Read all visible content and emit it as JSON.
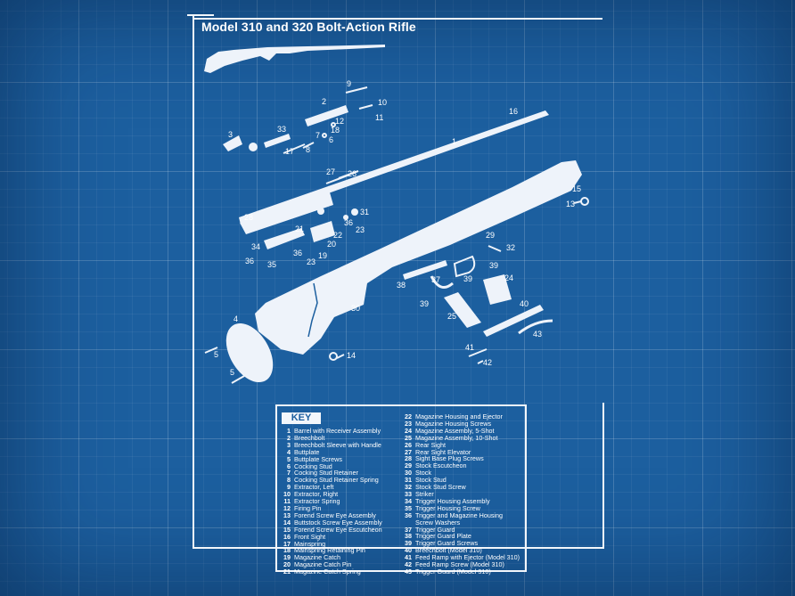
{
  "title": "Model 310 and 320 Bolt-Action Rifle",
  "key": {
    "heading": "KEY",
    "left_items": [
      {
        "num": "1",
        "name": "Barrel with Receiver Assembly"
      },
      {
        "num": "2",
        "name": "Breechbolt"
      },
      {
        "num": "3",
        "name": "Breechbolt Sleeve with Handle"
      },
      {
        "num": "4",
        "name": "Buttplate"
      },
      {
        "num": "5",
        "name": "Buttplate Screws"
      },
      {
        "num": "6",
        "name": "Cocking Stud"
      },
      {
        "num": "7",
        "name": "Cocking Stud Retainer"
      },
      {
        "num": "8",
        "name": "Cocking Stud Retainer Spring"
      },
      {
        "num": "9",
        "name": "Extractor, Left"
      },
      {
        "num": "10",
        "name": "Extractor, Right"
      },
      {
        "num": "11",
        "name": "Extractor Spring"
      },
      {
        "num": "12",
        "name": "Firing Pin"
      },
      {
        "num": "13",
        "name": "Forend Screw Eye Assembly"
      },
      {
        "num": "14",
        "name": "Buttstock Screw Eye Assembly"
      },
      {
        "num": "15",
        "name": "Forend Screw Eye Escutcheon"
      },
      {
        "num": "16",
        "name": "Front Sight"
      },
      {
        "num": "17",
        "name": "Mainspring"
      },
      {
        "num": "18",
        "name": "Mainspring Retaining Pin"
      },
      {
        "num": "19",
        "name": "Magazine Catch"
      },
      {
        "num": "20",
        "name": "Magazine Catch Pin"
      },
      {
        "num": "21",
        "name": "Magazine Catch Spring"
      }
    ],
    "right_items": [
      {
        "num": "22",
        "name": "Magazine Housing and Ejector"
      },
      {
        "num": "23",
        "name": "Magazine Housing Screws"
      },
      {
        "num": "24",
        "name": "Magazine Assembly, 5-Shot"
      },
      {
        "num": "25",
        "name": "Magazine Assembly, 10-Shot"
      },
      {
        "num": "26",
        "name": "Rear Sight"
      },
      {
        "num": "27",
        "name": "Rear Sight Elevator"
      },
      {
        "num": "28",
        "name": "Sight Base Plug Screws"
      },
      {
        "num": "29",
        "name": "Stock Escutcheon"
      },
      {
        "num": "30",
        "name": "Stock"
      },
      {
        "num": "31",
        "name": "Stock Stud"
      },
      {
        "num": "32",
        "name": "Stock Stud Screw"
      },
      {
        "num": "33",
        "name": "Striker"
      },
      {
        "num": "34",
        "name": "Trigger Housing Assembly"
      },
      {
        "num": "35",
        "name": "Trigger Housing Screw"
      },
      {
        "num": "36",
        "name": "Trigger and Magazine Housing"
      },
      {
        "num": "",
        "name": "Screw Washers"
      },
      {
        "num": "37",
        "name": "Trigger Guard"
      },
      {
        "num": "38",
        "name": "Trigger Guard Plate"
      },
      {
        "num": "39",
        "name": "Trigger Guard Screws"
      },
      {
        "num": "40",
        "name": "Breechbolt (Model 310)"
      },
      {
        "num": "41",
        "name": "Feed Ramp with Ejector (Model 310)"
      },
      {
        "num": "42",
        "name": "Feed Ramp Screw (Model 310)"
      },
      {
        "num": "43",
        "name": "Trigger Guard (Model 310)"
      }
    ]
  },
  "callouts": [
    "1",
    "2",
    "3",
    "4",
    "5",
    "5",
    "6",
    "7",
    "8",
    "9",
    "10",
    "11",
    "12",
    "13",
    "14",
    "15",
    "16",
    "17",
    "18",
    "19",
    "20",
    "21",
    "22",
    "23",
    "23",
    "24",
    "25",
    "26",
    "27",
    "28",
    "29",
    "30",
    "31",
    "32",
    "33",
    "34",
    "35",
    "36",
    "36",
    "36",
    "37",
    "38",
    "39",
    "39",
    "39",
    "40",
    "41",
    "42",
    "43"
  ]
}
